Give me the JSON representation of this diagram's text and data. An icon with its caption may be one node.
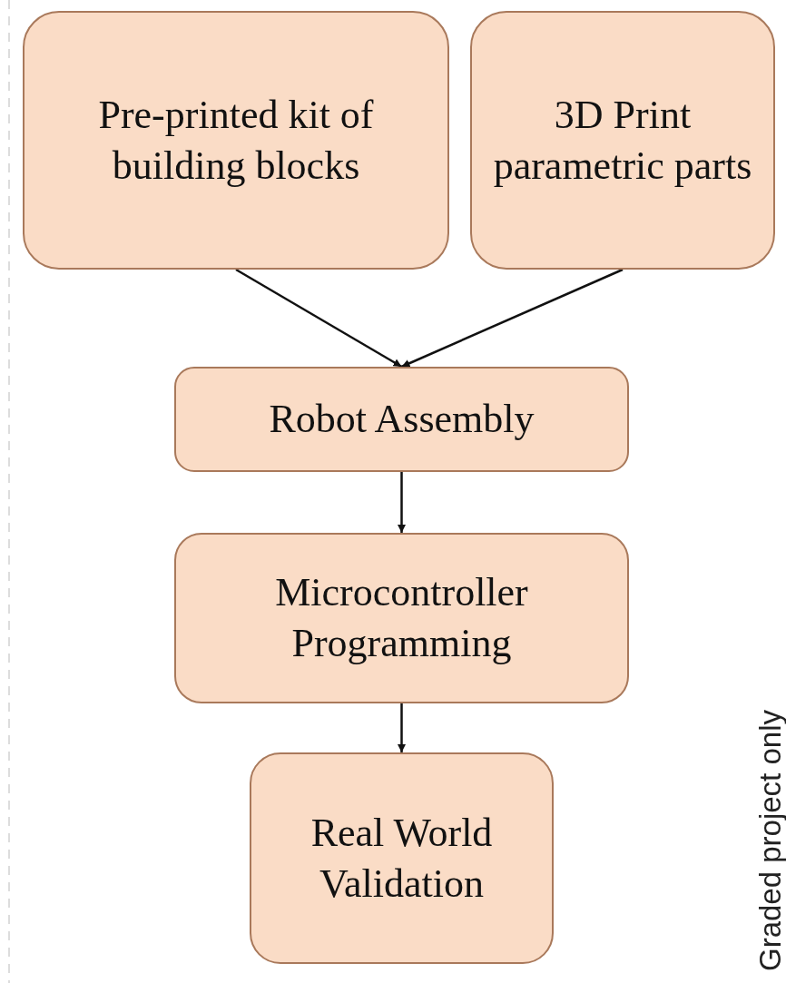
{
  "diagram": {
    "nodes": [
      {
        "text": [
          "Pre-printed kit of building blocks"
        ]
      },
      {
        "text": [
          "3D Print parametric parts"
        ]
      },
      {
        "text": [
          "Robot Assembly"
        ]
      },
      {
        "text": [
          "Microcontroller Programming"
        ]
      },
      {
        "text": [
          "Real World Validation"
        ]
      }
    ],
    "edges": [
      {
        "from": 0,
        "to": 2,
        "arrow": "to"
      },
      {
        "from": 1,
        "to": 2,
        "arrow": "to"
      },
      {
        "from": 2,
        "to": 3,
        "arrow": "to"
      },
      {
        "from": 3,
        "to": 4,
        "arrow": "to"
      }
    ],
    "labels": [
      "Graded project only"
    ]
  }
}
